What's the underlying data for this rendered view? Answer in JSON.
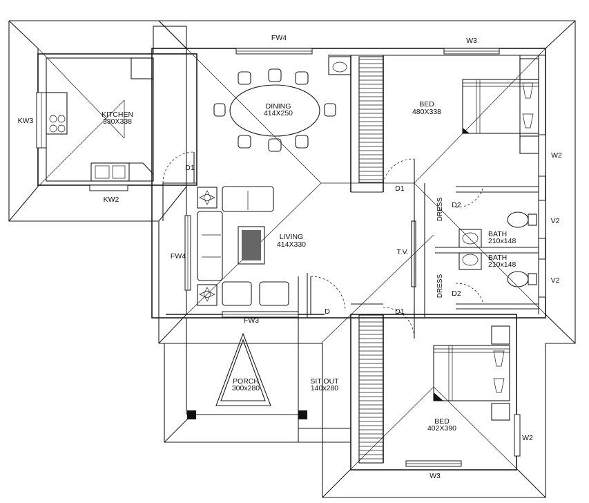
{
  "rooms": {
    "kitchen": {
      "name": "KITCHEN",
      "size": "330X338"
    },
    "dining": {
      "name": "DINING",
      "size": "414X250"
    },
    "bed_top": {
      "name": "BED",
      "size": "480X338"
    },
    "living": {
      "name": "LIVING",
      "size": "414X330"
    },
    "bath1": {
      "name": "BATH",
      "size": "210x148"
    },
    "bath2": {
      "name": "BATH",
      "size": "210x148"
    },
    "porch": {
      "name": "PORCH",
      "size": "300x280"
    },
    "sitout": {
      "name": "SIT OUT",
      "size": "140x280"
    },
    "bed_bottom": {
      "name": "BED",
      "size": "402X390"
    }
  },
  "labels": {
    "fw4_top": "FW4",
    "w3_top": "W3",
    "kw3": "KW3",
    "kw2": "KW2",
    "d1_kitchen": "D1",
    "d1_bed_top": "D1",
    "d2_top": "D2",
    "dress_top": "DRESS",
    "w2_top": "W2",
    "v2_top": "V2",
    "tv": "T.V.",
    "fw4_left": "FW4",
    "fw3": "FW3",
    "d_living": "D",
    "d1_bed_bottom": "D1",
    "dress_bottom": "DRESS",
    "d2_bottom": "D2",
    "v2_bottom": "V2",
    "w2_bottom": "W2",
    "w3_bottom": "W3"
  }
}
